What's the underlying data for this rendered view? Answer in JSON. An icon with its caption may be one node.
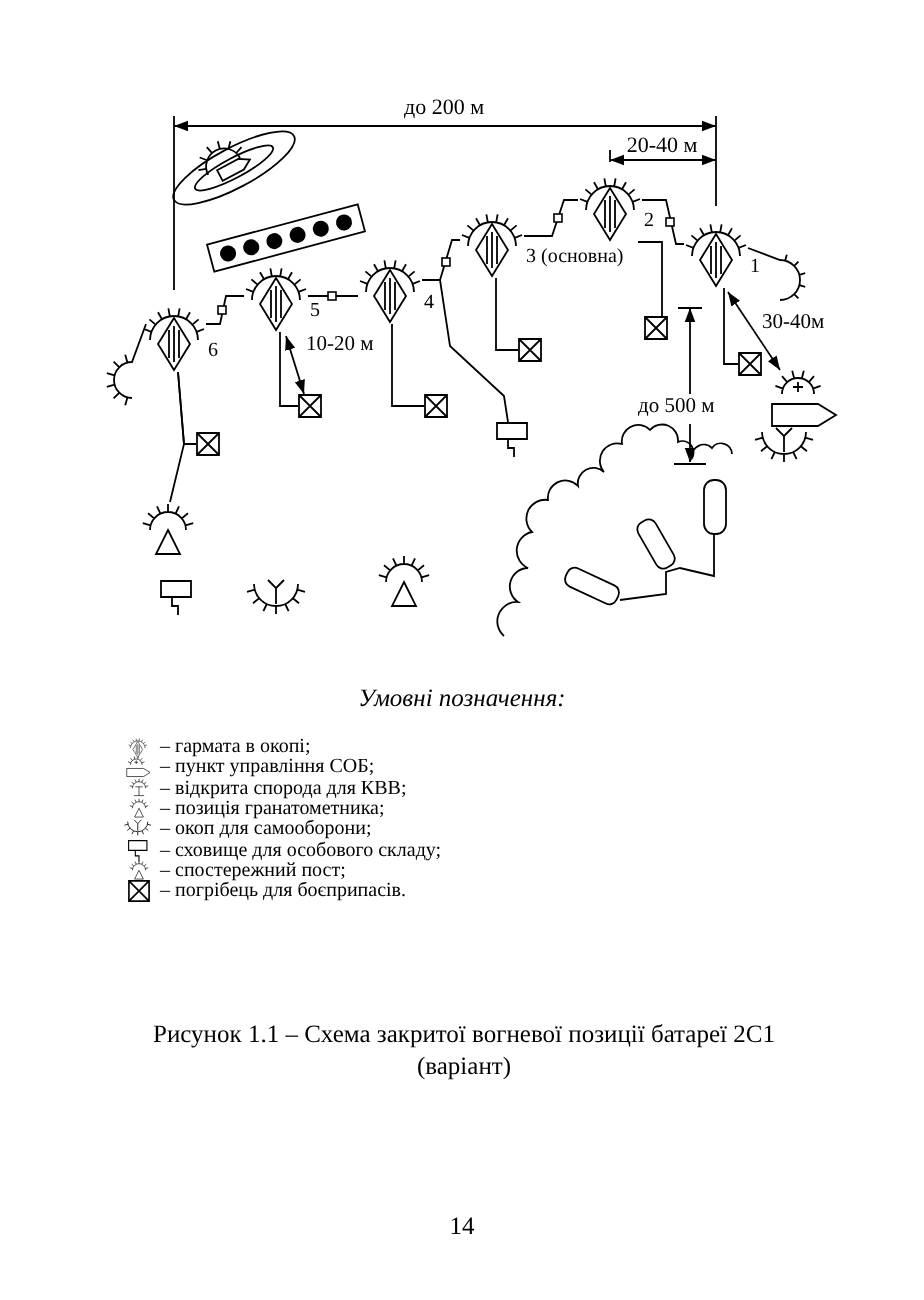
{
  "diagram": {
    "caption": "Рисунок 1.1 – Схема закритої вогневої позиції батареї 2С1 (варіант)",
    "nodes": [
      {
        "text": [],
        "shape": "diamond",
        "beside": [
          "6"
        ]
      },
      {
        "text": [],
        "shape": "diamond",
        "beside": [
          "5"
        ]
      },
      {
        "text": [],
        "shape": "diamond",
        "beside": [
          "4"
        ]
      },
      {
        "text": [],
        "shape": "diamond",
        "beside": [
          "3 (основна)"
        ]
      },
      {
        "text": [],
        "shape": "diamond",
        "beside": [
          "2"
        ]
      },
      {
        "text": [],
        "shape": "diamond",
        "beside": [
          "1"
        ]
      },
      {
        "text": [],
        "shape": "box"
      },
      {
        "text": [],
        "shape": "box"
      },
      {
        "text": [],
        "shape": "box"
      },
      {
        "text": [],
        "shape": "box"
      },
      {
        "text": [],
        "shape": "box"
      },
      {
        "text": [],
        "shape": "box"
      },
      {
        "text": [],
        "shape": "shelter"
      },
      {
        "text": [],
        "shape": "triangle"
      },
      {
        "text": [],
        "shape": "shelter"
      },
      {
        "text": [],
        "shape": "arc"
      },
      {
        "text": [],
        "shape": "triangle"
      },
      {
        "text": [],
        "shape": "pentagon"
      },
      {
        "text": [],
        "shape": "arc"
      }
    ],
    "edges": [
      {
        "from": 0,
        "to": 1,
        "arrow": "none"
      },
      {
        "from": 1,
        "to": 2,
        "arrow": "none"
      },
      {
        "from": 2,
        "to": 3,
        "arrow": "none"
      },
      {
        "from": 3,
        "to": 4,
        "arrow": "none"
      },
      {
        "from": 4,
        "to": 5,
        "arrow": "none"
      },
      {
        "from": 0,
        "to": 6,
        "arrow": "none"
      },
      {
        "from": 0,
        "to": 13,
        "arrow": "none"
      },
      {
        "from": 1,
        "to": 7,
        "arrow": "none"
      },
      {
        "from": 2,
        "to": 8,
        "arrow": "none"
      },
      {
        "from": 3,
        "to": 9,
        "arrow": "none"
      },
      {
        "from": 4,
        "to": 10,
        "arrow": "none"
      },
      {
        "from": 5,
        "to": 11,
        "arrow": "none"
      },
      {
        "from": 2,
        "to": 12,
        "arrow": "none"
      }
    ],
    "labels": [
      "до 200 м",
      "20-40 м",
      "10-20 м",
      "30-40м",
      "до 500 м",
      "Умовні позначення:",
      "14"
    ],
    "legend": [
      {
        "text": "– гармата в окопі;"
      },
      {
        "text": "– пункт управління СОБ;"
      },
      {
        "text": "– відкрита спорода для КВВ;"
      },
      {
        "text": "– позиція гранатометника;"
      },
      {
        "text": "– окоп для самооборони;"
      },
      {
        "text": "– сховище для особового складу;"
      },
      {
        "text": "– спостережний пост;"
      },
      {
        "text": "– погрібець для боєприпасів."
      }
    ]
  }
}
